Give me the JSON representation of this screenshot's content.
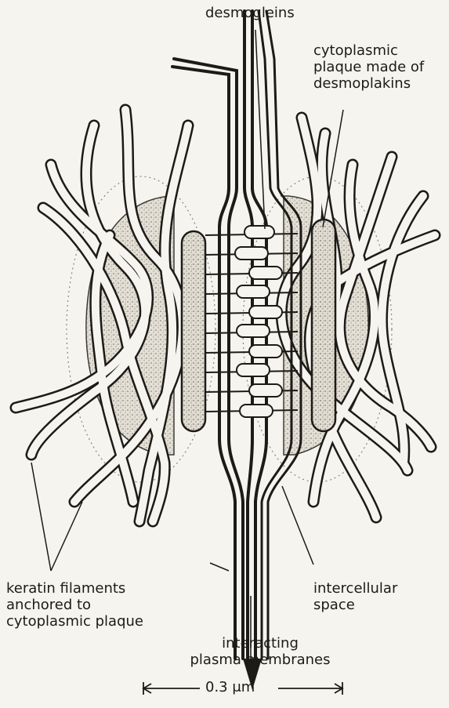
{
  "labels": {
    "desmogleins": "desmogleins",
    "plaque": "cytoplasmic\nplaque made of\ndesmoplakins",
    "keratin": "keratin filaments\nanchored to\ncytoplasmic plaque",
    "intercellular": "intercellular\nspace",
    "membranes": "interacting\nplasma membranes",
    "scale": "0.3 μm"
  },
  "colors": {
    "ink": "#1d1b18",
    "paper": "#f6f4ef",
    "plaque_fill": "#d6d1c6"
  }
}
